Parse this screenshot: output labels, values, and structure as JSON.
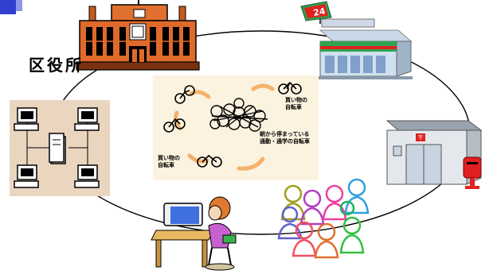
{
  "labels": {
    "ward_office": "区役所",
    "store_sign": "24",
    "bike_label_top_right": [
      "買い物の",
      "自転車"
    ],
    "bike_label_bottom_left": [
      "買い物の",
      "自転車"
    ],
    "bike_label_commute": [
      "朝から停まっている",
      "通勤・通学の自転車"
    ]
  },
  "colors": {
    "building_orange": "#e06a2a",
    "store_green": "#2fa34f",
    "store_red": "#e02020",
    "bike_panel_bg": "#fbf2df",
    "network_panel_bg": "#ead5bf",
    "arrow_orange": "#f3b26a"
  }
}
